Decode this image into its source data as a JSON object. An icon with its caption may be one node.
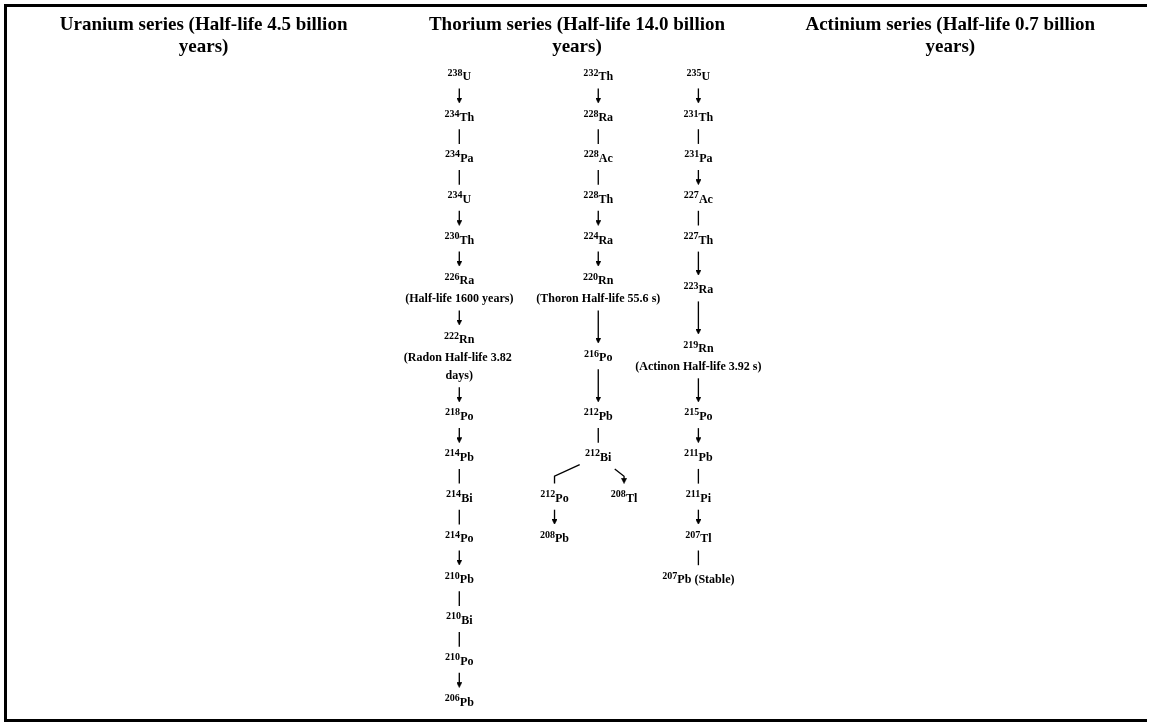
{
  "diagram": {
    "nodes": [
      {
        "text": [
          "$^{238}$U"
        ]
      },
      {
        "text": [
          "$^{234}$U"
        ]
      },
      {
        "text": [
          "$^{234}$Pa"
        ]
      },
      {
        "text": [
          "$^{234}$Th"
        ]
      },
      {
        "text": [
          "$^{230}$Th"
        ]
      },
      {
        "text": [
          "$^{226}$Ra",
          "(Half-life 1600 years)"
        ]
      },
      {
        "text": [
          "$^{222}$Rn",
          "(Radon Half-life 3.82 days)"
        ]
      },
      {
        "text": [
          "$^{218}$Po"
        ]
      },
      {
        "text": [
          "$^{214}$Po"
        ]
      },
      {
        "text": [
          "$^{210}$Po"
        ]
      },
      {
        "text": [
          "$^{214}$Bi"
        ]
      },
      {
        "text": [
          "$^{210}$Bi"
        ]
      },
      {
        "text": [
          "$^{214}$Pb"
        ]
      },
      {
        "text": [
          "$^{210}$Pb"
        ]
      },
      {
        "text": [
          "$^{206}$Pb"
        ]
      },
      {
        "text": [
          "$^{232}$Th"
        ]
      },
      {
        "text": [
          "$^{228}$Th"
        ]
      },
      {
        "text": [
          "$^{228}$Ac"
        ]
      },
      {
        "text": [
          "$^{228}$Ra"
        ]
      },
      {
        "text": [
          "$^{224}$Ra"
        ]
      },
      {
        "text": [
          "$^{220}$Rn",
          "(Thoron Half-life 55.6 s)"
        ]
      },
      {
        "text": [
          "$^{216}$Po"
        ]
      },
      {
        "text": [
          "$^{212}$Po"
        ]
      },
      {
        "text": [
          "$^{212}$Bi"
        ]
      },
      {
        "text": [
          "$^{212}$Pb"
        ]
      },
      {
        "text": [
          "$^{208}$Pb"
        ]
      },
      {
        "text": [
          "$^{208}$Tl"
        ]
      },
      {
        "text": [
          "$^{235}$U"
        ]
      },
      {
        "text": [
          "$^{231}$Pa"
        ]
      },
      {
        "text": [
          "$^{231}$Th"
        ]
      },
      {
        "text": [
          "$^{227}$Th"
        ]
      },
      {
        "text": [
          "$^{227}$Ac"
        ]
      },
      {
        "text": [
          "$^{223}$Ra"
        ]
      },
      {
        "text": [
          "$^{219}$Rn",
          "(Actinon Half-life 3.92 s)"
        ]
      },
      {
        "text": [
          "$^{215}$Po"
        ]
      },
      {
        "text": [
          "$^{211}$Pi"
        ]
      },
      {
        "text": [
          "$^{207}$Pb (Stable)"
        ]
      },
      {
        "text": [
          "$^{211}$Pb"
        ]
      },
      {
        "text": [
          "$^{207}$Tl"
        ]
      }
    ],
    "edges": [
      {
        "from": 0,
        "to": 3,
        "arrow": "to"
      },
      {
        "from": 3,
        "to": 2,
        "arrow": "none"
      },
      {
        "from": 2,
        "to": 1,
        "arrow": "none"
      },
      {
        "from": 1,
        "to": 4,
        "arrow": "to"
      },
      {
        "from": 4,
        "to": 5,
        "arrow": "to"
      },
      {
        "from": 5,
        "to": 6,
        "arrow": "to"
      },
      {
        "from": 6,
        "to": 7,
        "arrow": "to"
      },
      {
        "from": 7,
        "to": 12,
        "arrow": "to"
      },
      {
        "from": 12,
        "to": 10,
        "arrow": "none"
      },
      {
        "from": 10,
        "to": 8,
        "arrow": "none"
      },
      {
        "from": 8,
        "to": 13,
        "arrow": "to"
      },
      {
        "from": 13,
        "to": 11,
        "arrow": "none"
      },
      {
        "from": 11,
        "to": 9,
        "arrow": "none"
      },
      {
        "from": 9,
        "to": 14,
        "arrow": "to"
      },
      {
        "from": 15,
        "to": 18,
        "arrow": "to"
      },
      {
        "from": 18,
        "to": 17,
        "arrow": "none"
      },
      {
        "from": 17,
        "to": 16,
        "arrow": "none"
      },
      {
        "from": 16,
        "to": 19,
        "arrow": "to"
      },
      {
        "from": 19,
        "to": 20,
        "arrow": "to"
      },
      {
        "from": 20,
        "to": 21,
        "arrow": "to"
      },
      {
        "from": 21,
        "to": 24,
        "arrow": "to"
      },
      {
        "from": 24,
        "to": 23,
        "arrow": "none"
      },
      {
        "from": 23,
        "to": 22,
        "arrow": "none"
      },
      {
        "from": 22,
        "to": 25,
        "arrow": "to"
      },
      {
        "from": 23,
        "to": 26,
        "arrow": "to"
      },
      {
        "from": 27,
        "to": 29,
        "arrow": "to"
      },
      {
        "from": 29,
        "to": 28,
        "arrow": "none"
      },
      {
        "from": 28,
        "to": 31,
        "arrow": "to"
      },
      {
        "from": 31,
        "to": 30,
        "arrow": "none"
      },
      {
        "from": 30,
        "to": 32,
        "arrow": "to"
      },
      {
        "from": 32,
        "to": 33,
        "arrow": "to"
      },
      {
        "from": 33,
        "to": 34,
        "arrow": "to"
      },
      {
        "from": 34,
        "to": 37,
        "arrow": "to"
      },
      {
        "from": 37,
        "to": 35,
        "arrow": "none"
      },
      {
        "from": 35,
        "to": 38,
        "arrow": "to"
      },
      {
        "from": 38,
        "to": 36,
        "arrow": "none"
      }
    ],
    "labels": [
      "Uranium series (Half-life 4.5 billion years)",
      "Thorium series (Half-life 14.0 billion years)",
      "Actinium series (Half-life 0.7 billion years)"
    ]
  }
}
